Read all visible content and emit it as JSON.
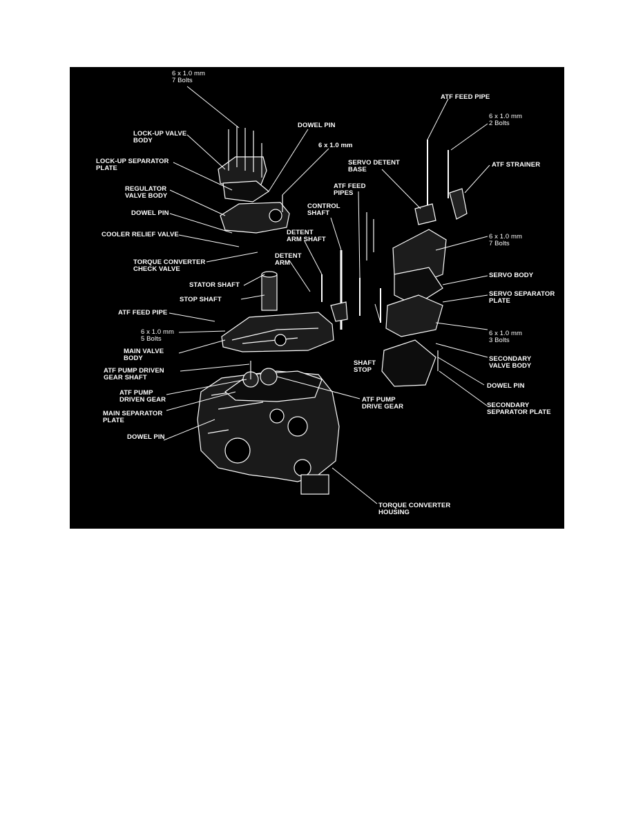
{
  "background": "#ffffff",
  "panel_color": "#000000",
  "line_color": "#ffffff",
  "labels": {
    "bolts_7_top": "6 x 1.0 mm\n7 Bolts",
    "lockup_valve_body": "LOCK-UP VALVE\nBODY",
    "dowel_pin_top": "DOWEL PIN",
    "lockup_separator_plate": "LOCK-UP SEPARATOR\nPLATE",
    "bolt_single": "6 x 1.0 mm",
    "regulator_valve_body": "REGULATOR\nVALVE BODY",
    "dowel_pin_left": "DOWEL PIN",
    "cooler_relief_valve": "COOLER RELIEF VALVE",
    "torque_converter_check_valve": "TORQUE CONVERTER\nCHECK VALVE",
    "stator_shaft": "STATOR SHAFT",
    "stop_shaft": "STOP SHAFT",
    "atf_feed_pipe_left": "ATF FEED PIPE",
    "bolts_5": "6 x 1.0 mm\n5 Bolts",
    "main_valve_body": "MAIN VALVE\nBODY",
    "atf_pump_driven_gear_shaft": "ATF PUMP DRIVEN\nGEAR SHAFT",
    "atf_pump_driven_gear": "ATF PUMP\nDRIVEN GEAR",
    "main_separator_plate": "MAIN SEPARATOR\nPLATE",
    "dowel_pin_bottom": "DOWEL PIN",
    "control_shaft": "CONTROL\nSHAFT",
    "detent_arm_shaft": "DETENT\nARM SHAFT",
    "detent_arm": "DETENT\nARM",
    "atf_feed_pipes": "ATF FEED\nPIPES",
    "servo_detent_base": "SERVO DETENT\nBASE",
    "atf_feed_pipe_right": "ATF FEED PIPE",
    "bolts_2": "6 x 1.0 mm\n2 Bolts",
    "atf_strainer": "ATF STRAINER",
    "bolts_7_right": "6 x 1.0 mm\n7 Bolts",
    "servo_body": "SERVO BODY",
    "servo_separator_plate": "SERVO SEPARATOR\nPLATE",
    "bolts_3": "6 x 1.0 mm\n3 Bolts",
    "secondary_valve_body": "SECONDARY\nVALVE BODY",
    "dowel_pin_right": "DOWEL PIN",
    "secondary_separator_plate": "SECONDARY\nSEPARATOR PLATE",
    "shaft_stop": "SHAFT\nSTOP",
    "atf_pump_drive_gear": "ATF PUMP\nDRIVE GEAR",
    "torque_converter_housing": "TORQUE CONVERTER\nHOUSING"
  }
}
